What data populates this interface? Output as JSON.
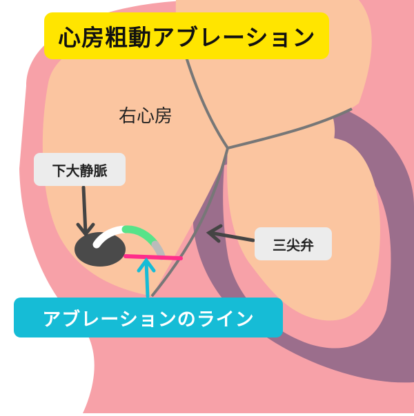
{
  "title": "心房粗動アブレーション",
  "labels": {
    "right_atrium": "右心房",
    "ivc": "下大静脈",
    "tricuspid_valve": "三尖弁",
    "ablation_line": "アブレーションのライン"
  },
  "colors": {
    "title_bg": "#ffe500",
    "heart_outer": "#f7a1a8",
    "heart_inner": "#fbc5a0",
    "ventricle_wall": "#9b6e8c",
    "line_gray": "#777777",
    "ablation_line": "#ff2d8a",
    "catheter_green": "#57e389",
    "callout_bg": "#16bcd6",
    "tag_bg": "#ececec"
  }
}
